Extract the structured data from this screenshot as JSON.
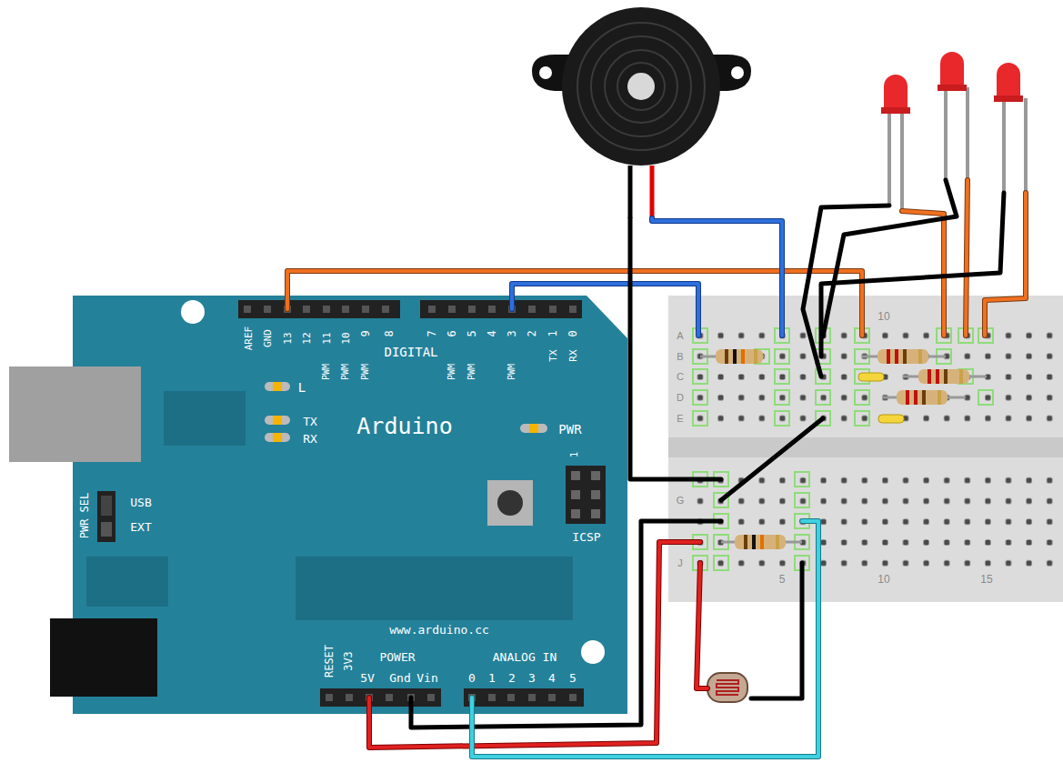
{
  "diagram": {
    "labels": [
      "AREF",
      "GND",
      "13",
      "12",
      "11",
      "10",
      "9",
      "8",
      "DIGITAL",
      "PWM",
      "PWM",
      "PWM",
      "7",
      "6",
      "5",
      "4",
      "3",
      "2",
      "1",
      "0",
      "PWM",
      "PWM",
      "PWM",
      "TX",
      "RX",
      "L",
      "TX",
      "RX",
      "Arduino",
      "PWR",
      "1",
      "ICSP",
      "PWR SEL",
      "USB",
      "EXT",
      "www.arduino.cc",
      "RESET",
      "3V3",
      "POWER",
      "5V",
      "Gnd",
      "Vin",
      "ANALOG IN",
      "0",
      "1",
      "2",
      "3",
      "4",
      "5",
      "10",
      "A",
      "B",
      "C",
      "D",
      "E",
      "G",
      "J",
      "5",
      "10",
      "15"
    ]
  }
}
